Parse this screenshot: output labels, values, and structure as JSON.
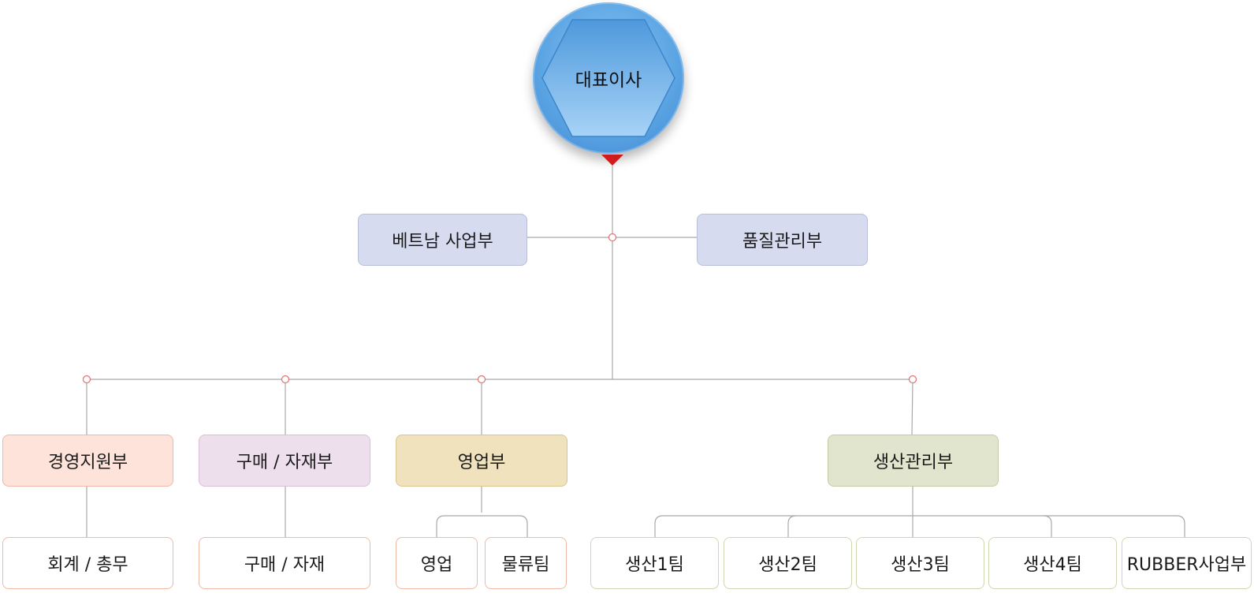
{
  "ceo": {
    "label": "대표이사"
  },
  "staff_units": {
    "vietnam": "베트남 사업부",
    "quality": "품질관리부"
  },
  "departments": {
    "management": "경영지원부",
    "purchasing": "구매 / 자재부",
    "sales": "영업부",
    "production": "생산관리부"
  },
  "teams": {
    "accounting": "회계 / 총무",
    "purchasing": "구매 / 자재",
    "sales": "영업",
    "logistics": "물류팀",
    "production1": "생산1팀",
    "production2": "생산2팀",
    "production3": "생산3팀",
    "production4": "생산4팀",
    "rubber": "RUBBER사업부"
  },
  "colors": {
    "ceo": "#5da6e4",
    "pointer": "#d01c1c",
    "staff_fill": "#d6dbf0",
    "management_fill": "#fde3d9",
    "purchasing_fill": "#eedfec",
    "sales_fill": "#efe2bd",
    "production_fill": "#e2e5ce",
    "connector": "#aaaaaa",
    "junction": "#e07070"
  }
}
